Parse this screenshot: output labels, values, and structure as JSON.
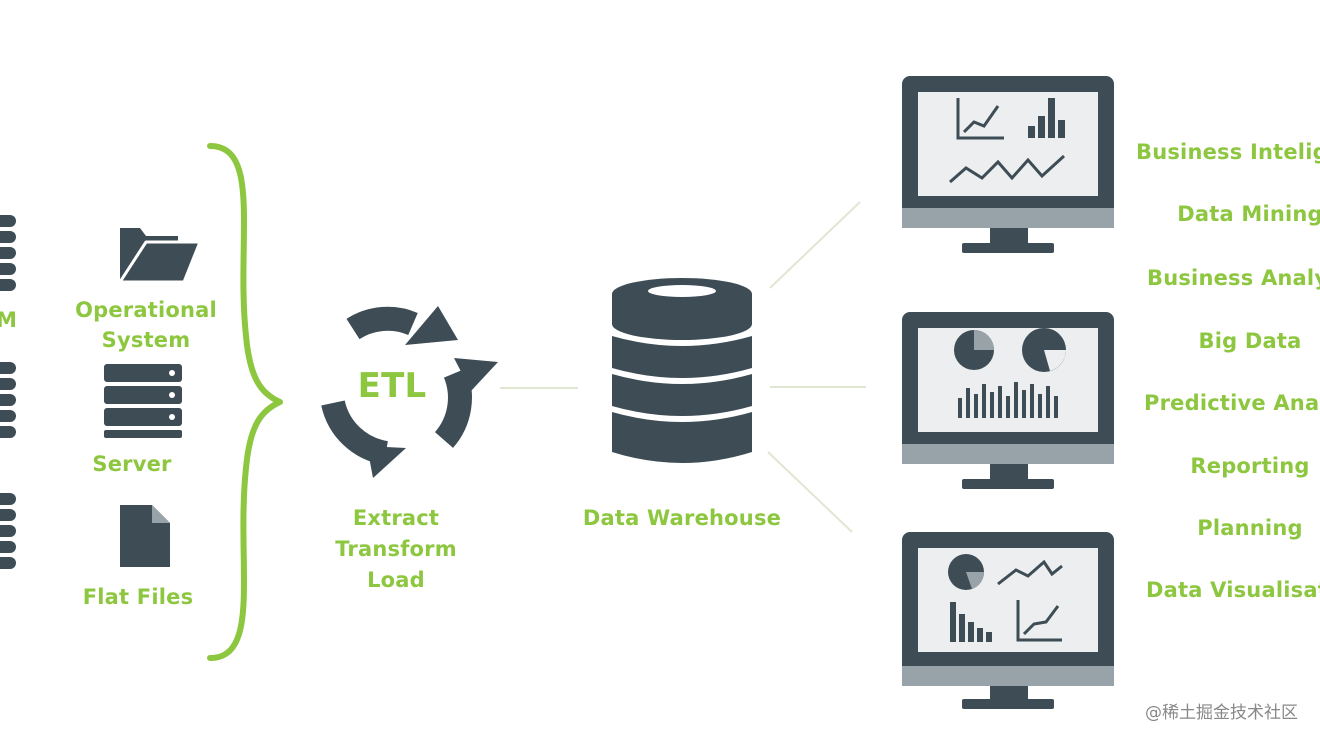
{
  "colors": {
    "accent": "#8dc63f",
    "icon": "#3d4c55",
    "screen": "#eceeef",
    "stand": "#97a3a8",
    "line": "#dfe7d3",
    "watermark": "#888888"
  },
  "sources": {
    "crm_partial": "M",
    "operational_system": [
      "Operational",
      "System"
    ],
    "server": "Server",
    "flat_files": "Flat Files"
  },
  "etl": {
    "badge": "ETL",
    "steps": [
      "Extract",
      "Transform",
      "Load"
    ]
  },
  "warehouse": {
    "label": "Data Warehouse"
  },
  "outputs": [
    "Business Intelige",
    "Data Mining",
    "Business Analyt",
    "Big Data",
    "Predictive Analy",
    "Reporting",
    "Planning",
    "Data Visualisati"
  ],
  "icons": [
    "database-icon",
    "folder-icon",
    "server-icon",
    "file-icon",
    "brace-icon",
    "cycle-arrows-icon",
    "monitor-icon",
    "line-chart-icon",
    "bar-chart-icon",
    "pie-chart-icon"
  ],
  "watermark": "@稀土掘金技术社区"
}
